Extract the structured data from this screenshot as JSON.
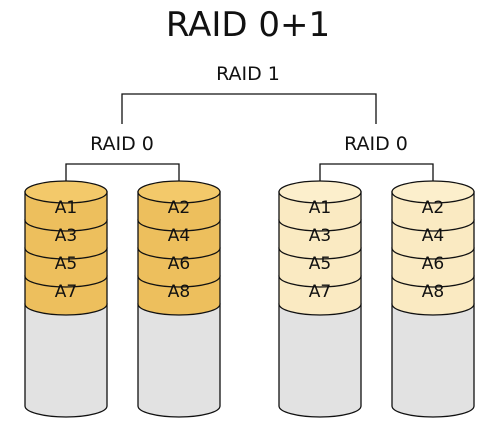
{
  "title": "RAID 0+1",
  "mirror_label": "RAID 1",
  "stripe_groups": [
    {
      "label": "RAID 0",
      "color_top": "#f3c96a",
      "color_side": "#edbf5d",
      "disks": [
        {
          "blocks": [
            "A1",
            "A3",
            "A5",
            "A7"
          ]
        },
        {
          "blocks": [
            "A2",
            "A4",
            "A6",
            "A8"
          ]
        }
      ]
    },
    {
      "label": "RAID 0",
      "color_top": "#fcefcc",
      "color_side": "#faeac2",
      "disks": [
        {
          "blocks": [
            "A1",
            "A3",
            "A5",
            "A7"
          ]
        },
        {
          "blocks": [
            "A2",
            "A4",
            "A6",
            "A8"
          ]
        }
      ]
    }
  ],
  "colors": {
    "empty": "#e2e2e2",
    "outline": "#111111"
  }
}
